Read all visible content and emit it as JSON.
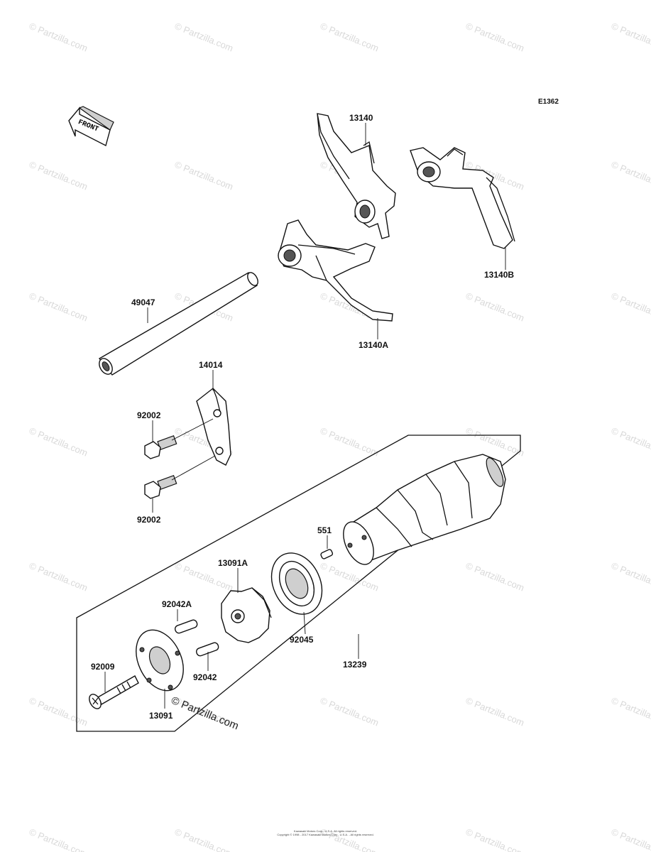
{
  "diagram_ref": "E1362",
  "front_label": "FRONT",
  "parts": [
    {
      "id": "13140",
      "label": "13140"
    },
    {
      "id": "13140B",
      "label": "13140B"
    },
    {
      "id": "13140A",
      "label": "13140A"
    },
    {
      "id": "49047",
      "label": "49047"
    },
    {
      "id": "14014",
      "label": "14014"
    },
    {
      "id": "92002-top",
      "label": "92002"
    },
    {
      "id": "92002-bottom",
      "label": "92002"
    },
    {
      "id": "551",
      "label": "551"
    },
    {
      "id": "13091A",
      "label": "13091A"
    },
    {
      "id": "92042A",
      "label": "92042A"
    },
    {
      "id": "92042",
      "label": "92042"
    },
    {
      "id": "92045",
      "label": "92045"
    },
    {
      "id": "92009",
      "label": "92009"
    },
    {
      "id": "13091",
      "label": "13091"
    },
    {
      "id": "13239",
      "label": "13239"
    }
  ],
  "watermark": {
    "text": "Partzilla.com",
    "overlay_text": "© Partzilla.com",
    "symbol": "©"
  },
  "footer": {
    "line1": "Kawasaki Motors Corp., U.S.A. All rights reserved.",
    "line2": "Copyright © 1998 - 2017 Kawasaki Motors Corp., U.S.A. - All rights reserved."
  }
}
